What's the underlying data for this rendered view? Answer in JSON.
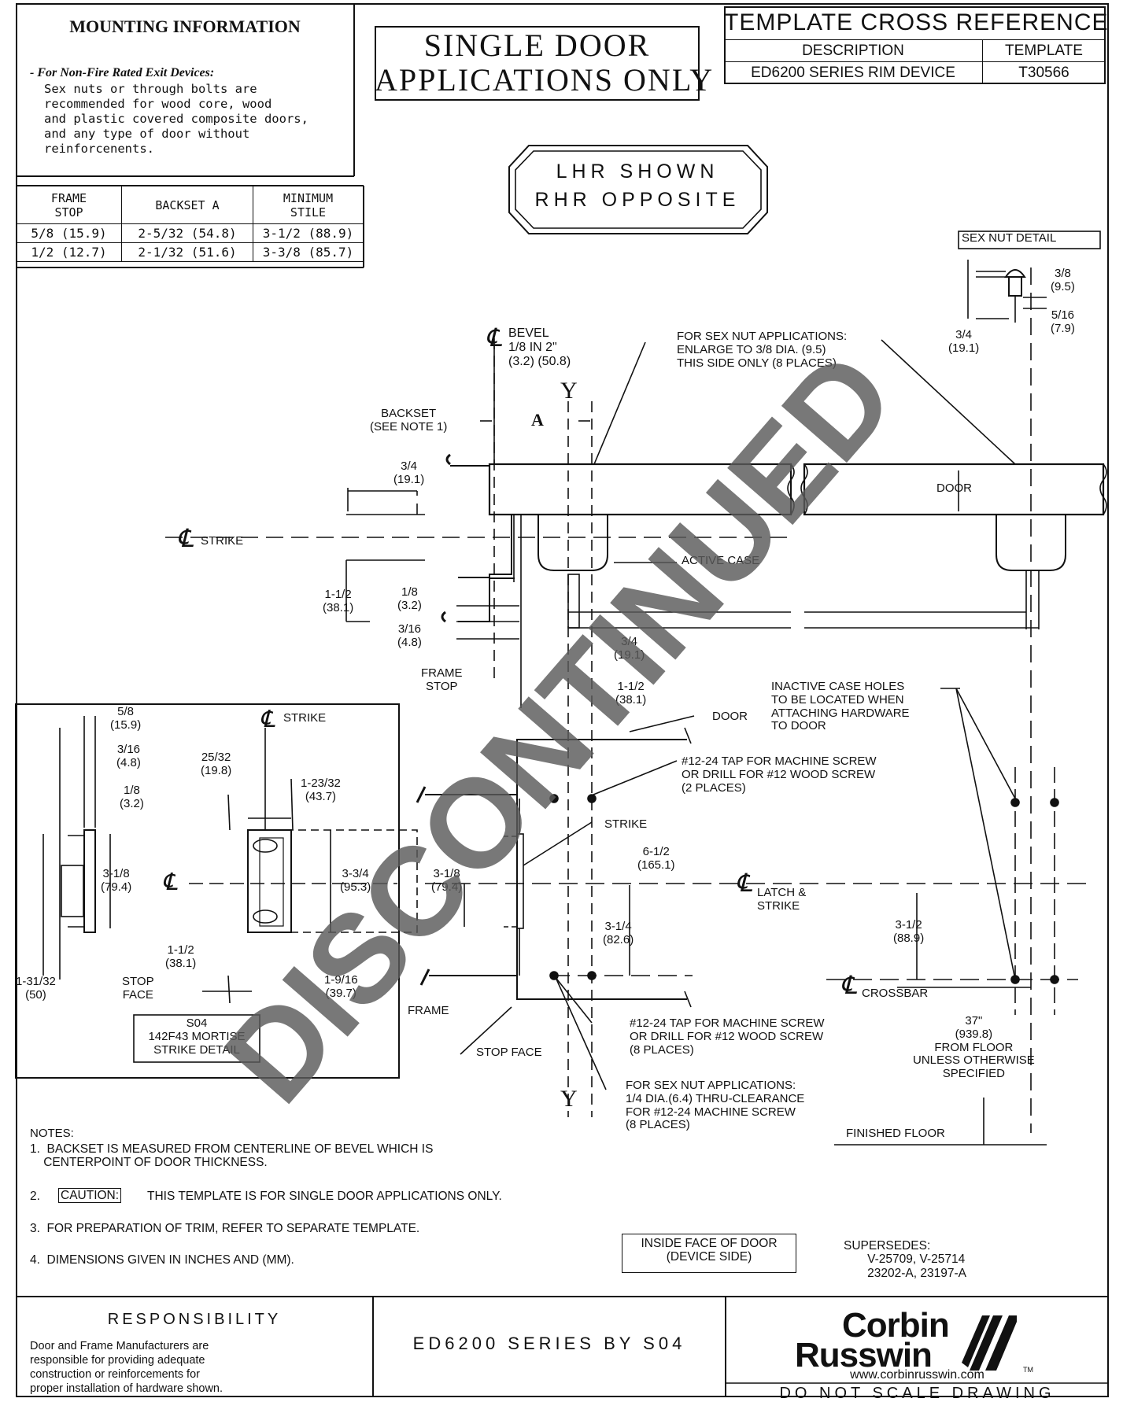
{
  "mounting": {
    "title": "MOUNTING INFORMATION",
    "lead": "- For Non-Fire Rated Exit Devices:",
    "body": [
      "Sex nuts or through bolts are",
      "recommended for wood core, wood",
      "and plastic covered composite doors,",
      "and any type of door without",
      "reinforcenents."
    ]
  },
  "single_door": [
    "SINGLE DOOR",
    "APPLICATIONS ONLY"
  ],
  "cross_ref": {
    "title": "TEMPLATE CROSS REFERENCE",
    "headers": [
      "DESCRIPTION",
      "TEMPLATE"
    ],
    "row": [
      "ED6200 SERIES RIM DEVICE",
      "T30566"
    ]
  },
  "hand": [
    "LHR SHOWN",
    "RHR OPPOSITE"
  ],
  "frame_table": {
    "headers": [
      "FRAME\nSTOP",
      "BACKSET A",
      "MINIMUM\nSTILE"
    ],
    "rows": [
      [
        "5/8 (15.9)",
        "2-5/32 (54.8)",
        "3-1/2 (88.9)"
      ],
      [
        "1/2 (12.7)",
        "2-1/32 (51.6)",
        "3-3/8 (85.7)"
      ]
    ]
  },
  "sex_nut_detail": {
    "title": "SEX NUT DETAIL",
    "d1": "3/8\n(9.5)",
    "d2": "5/16\n(7.9)",
    "d3": "3/4\n(19.1)"
  },
  "labels": {
    "bevel": "BEVEL\n1/8 IN 2\"\n(3.2) (50.8)",
    "sexnut_note": "FOR SEX NUT APPLICATIONS:\nENLARGE TO 3/8 DIA. (9.5)\nTHIS SIDE ONLY (8 PLACES)",
    "y_top": "Y",
    "y_bottom": "Y",
    "backset": "BACKSET\n(SEE NOTE 1)",
    "a": "A",
    "d34": "3/4\n(19.1)",
    "door_label": "DOOR",
    "cl_strike": "STRIKE",
    "active_case": "ACTIVE CASE",
    "d112": "1-1/2\n(38.1)",
    "d18": "1/8\n(3.2)",
    "d316": "3/16\n(4.8)",
    "d34b": "3/4\n(19.1)",
    "frame_stop": "FRAME\nSTOP",
    "d112b": "1-1/2\n(38.1)",
    "door2": "DOOR",
    "inactive": "INACTIVE CASE HOLES\nTO BE LOCATED WHEN\nATTACHING HARDWARE\nTO DOOR",
    "tap2": "#12-24 TAP FOR MACHINE SCREW\nOR DRILL FOR #12 WOOD SCREW\n(2 PLACES)",
    "strike": "STRIKE",
    "d612": "6-1/2\n(165.1)",
    "latch": "LATCH &\nSTRIKE",
    "d318": "3-1/8\n(79.4)",
    "d314": "3-1/4\n(82.6)",
    "d312": "3-1/2\n(88.9)",
    "crossbar": "CROSSBAR",
    "frame": "FRAME",
    "stop_face": "STOP FACE",
    "tap8": "#12-24 TAP FOR MACHINE SCREW\nOR DRILL FOR #12 WOOD SCREW\n(8 PLACES)",
    "sexnut2": "FOR SEX NUT APPLICATIONS:\n1/4 DIA.(6.4) THRU-CLEARANCE\nFOR #12-24 MACHINE SCREW\n(8 PLACES)",
    "d37": "37\"\n(939.8)\nFROM FLOOR\nUNLESS OTHERWISE\nSPECIFIED",
    "finished_floor": "FINISHED FLOOR"
  },
  "strike_detail": {
    "d58": "5/8\n(15.9)",
    "cl_strike": "STRIKE",
    "d316": "3/16\n(4.8)",
    "d2532": "25/32\n(19.8)",
    "d12332": "1-23/32\n(43.7)",
    "d18": "1/8\n(3.2)",
    "d318": "3-1/8\n(79.4)",
    "d334": "3-3/4\n(95.3)",
    "d112": "1-1/2\n(38.1)",
    "d13132": "1-31/32\n(50)",
    "stop_face": "STOP\nFACE",
    "d1916": "1-9/16\n(39.7)",
    "caption": "S04\n142F43 MORTISE\nSTRIKE DETAIL"
  },
  "notes": {
    "title": "NOTES:",
    "n1": "1.  BACKSET IS MEASURED FROM CENTERLINE OF BEVEL WHICH IS\n    CENTERPOINT OF DOOR THICKNESS.",
    "n2a": "2.",
    "n2caution": "CAUTION:",
    "n2b": "THIS TEMPLATE IS FOR SINGLE DOOR APPLICATIONS ONLY.",
    "n3": "3.  FOR PREPARATION OF TRIM, REFER TO SEPARATE TEMPLATE.",
    "n4": "4.  DIMENSIONS GIVEN IN INCHES AND (MM)."
  },
  "inside_face": "INSIDE FACE OF DOOR\n(DEVICE SIDE)",
  "supersedes": "SUPERSEDES:\n       V-25709, V-25714\n       23202-A, 23197-A",
  "responsibility": {
    "title": "RESPONSIBILITY",
    "body": "Door and Frame Manufacturers are\nresponsible for providing adequate\nconstruction or reinforcements for\nproper installation of hardware shown."
  },
  "series": "ED6200 SERIES BY S04",
  "logo": {
    "line1": "Corbin",
    "line2": "Russwin",
    "tm": "TM",
    "url": "www.corbinrusswin.com"
  },
  "do_not_scale": "DO NOT SCALE DRAWING",
  "watermark": "DISCONTINUED"
}
